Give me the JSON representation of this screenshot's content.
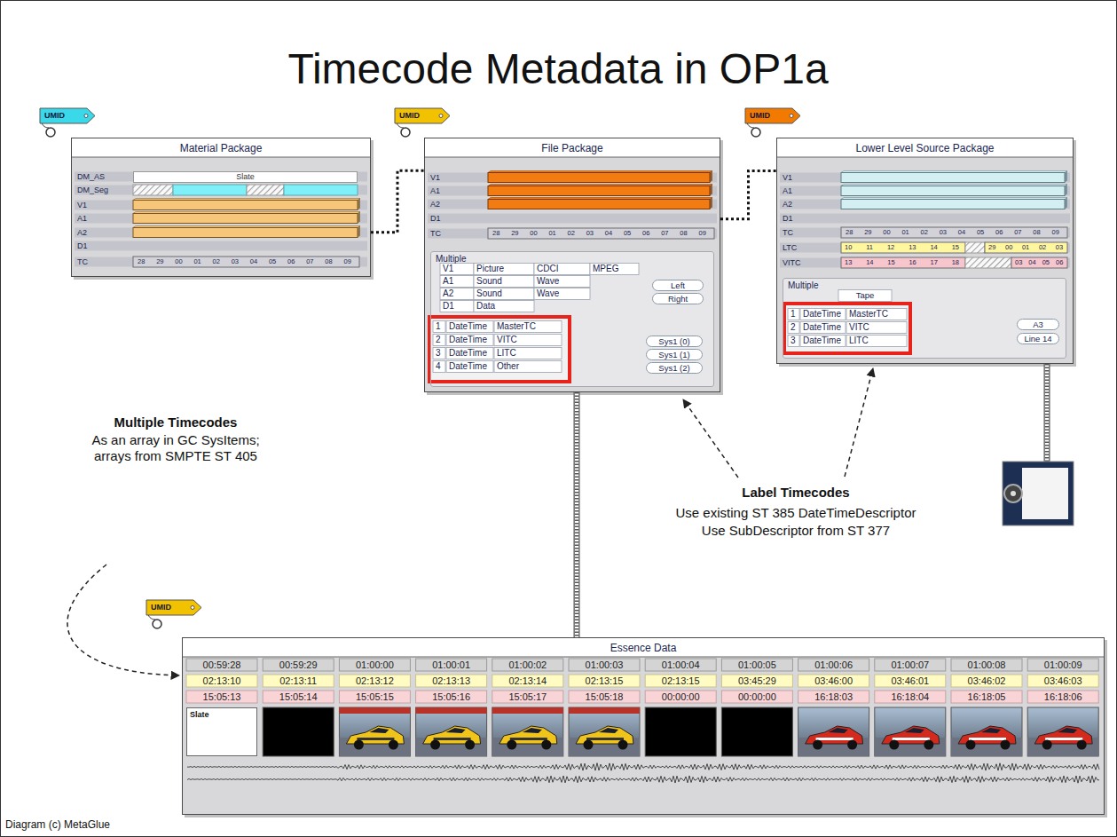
{
  "diagram": {
    "title": "Timecode Metadata in OP1a",
    "caption": "Diagram (c) MetaGlue",
    "nodes": [
      {
        "text": [
          "UMID"
        ]
      },
      {
        "text": [
          "Material Package"
        ]
      },
      {
        "text": [
          "Slate"
        ],
        "in": 1
      },
      {
        "text": [
          "UMID"
        ]
      },
      {
        "text": [
          "File Package"
        ]
      },
      {
        "text": [
          "Multiple"
        ],
        "in": 4
      },
      {
        "text": [
          "Left"
        ],
        "in": 5
      },
      {
        "text": [
          "Right"
        ],
        "in": 5
      },
      {
        "text": [
          "Sys1 (0)"
        ],
        "in": 5
      },
      {
        "text": [
          "Sys1 (1)"
        ],
        "in": 5
      },
      {
        "text": [
          "Sys1 (2)"
        ],
        "in": 5
      },
      {
        "text": [
          "UMID"
        ]
      },
      {
        "text": [
          "Lower Level Source Package"
        ]
      },
      {
        "text": [
          "Multiple"
        ],
        "in": 12
      },
      {
        "text": [
          "A3"
        ],
        "in": 13
      },
      {
        "text": [
          "Line 14"
        ],
        "in": 13
      },
      {
        "text": [
          "UMID"
        ]
      },
      {
        "text": [
          "Essence Data"
        ]
      },
      {
        "text": [
          "Slate"
        ],
        "in": 17
      }
    ],
    "edges": [
      {
        "from": 1,
        "to": 4,
        "arrow": "none"
      },
      {
        "from": 4,
        "to": 12,
        "arrow": "none"
      },
      {
        "from": 4,
        "to": 17,
        "arrow": "none"
      }
    ],
    "labels": [
      "DM_AS",
      "DM_Seg",
      "V1",
      "A1",
      "A2",
      "D1",
      "TC",
      "28 29 00 01 02 03 04 05 06 07 08 09",
      "V1",
      "A1",
      "A2",
      "D1",
      "TC",
      "28 29 00 01 02 03 04 05 06 07 08 09",
      "V1",
      "Picture",
      "CDCI",
      "MPEG",
      "A1",
      "Sound",
      "Wave",
      "A2",
      "Sound",
      "Wave",
      "D1",
      "Data",
      "1",
      "DateTime",
      "MasterTC",
      "2",
      "DateTime",
      "VITC",
      "3",
      "DateTime",
      "LITC",
      "4",
      "DateTime",
      "Other",
      "V1",
      "A1",
      "A2",
      "D1",
      "TC",
      "LTC",
      "VITC",
      "28 29 00 01 02 03 04 05 06 07 08 09",
      "10 11 12 13 14 15",
      "29 00 01 02 03",
      "13 14 15 16 17 18",
      "03 04 05 06",
      "Tape",
      "1",
      "DateTime",
      "MasterTC",
      "2",
      "DateTime",
      "VITC",
      "3",
      "DateTime",
      "LITC",
      "Multiple Timecodes",
      "As an array in GC SysItems; arrays from SMPTE ST 405",
      "Label Timecodes",
      "Use existing ST 385 DateTimeDescriptor",
      "Use SubDescriptor from ST 377",
      "00:59:28",
      "00:59:29",
      "01:00:00",
      "01:00:01",
      "01:00:02",
      "01:00:03",
      "01:00:04",
      "01:00:05",
      "01:00:06",
      "01:00:07",
      "01:00:08",
      "01:00:09",
      "02:13:10",
      "02:13:11",
      "02:13:12",
      "02:13:13",
      "02:13:14",
      "02:13:15",
      "02:13:15",
      "03:45:29",
      "03:46:00",
      "03:46:01",
      "03:46:02",
      "03:46:03",
      "15:05:13",
      "15:05:14",
      "15:05:15",
      "15:05:16",
      "15:05:17",
      "15:05:18",
      "00:00:00",
      "00:00:00",
      "16:18:03",
      "16:18:04",
      "16:18:05",
      "16:18:06"
    ]
  }
}
